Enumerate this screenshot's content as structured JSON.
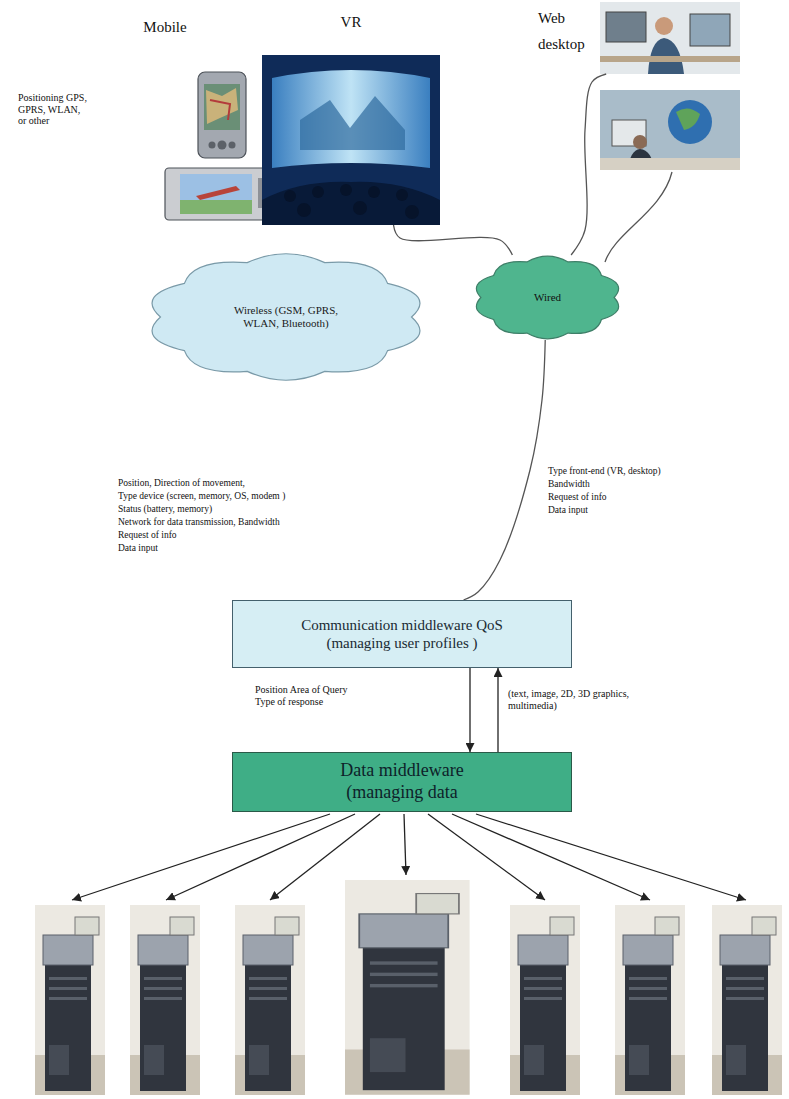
{
  "diagram": {
    "nodes": [
      {
        "text": [
          "Mobile"
        ]
      },
      {
        "text": [
          "VR"
        ]
      },
      {
        "text": [
          "Web desktop"
        ]
      },
      {
        "text": [
          "Wireless (GSM, GPRS, WLAN, Bluetooth)"
        ]
      },
      {
        "text": [
          "Wired"
        ]
      },
      {
        "text": [
          "Communication middleware QoS (managing user profiles )"
        ]
      },
      {
        "text": [
          "Data middleware (managing data"
        ]
      }
    ],
    "edges": [
      {
        "from": 4,
        "to": 1,
        "arrow": "none"
      },
      {
        "from": 4,
        "to": 2,
        "arrow": "none"
      },
      {
        "from": 4,
        "to": 5,
        "arrow": "none"
      },
      {
        "from": 5,
        "to": 6,
        "arrow": "to",
        "label": "Position Area of Query Type of response"
      },
      {
        "from": 6,
        "to": 5,
        "arrow": "to",
        "label": "(text, image, 2D, 3D graphics, multimedia)"
      }
    ],
    "labels": [
      "Positioning GPS, GPRS, WLAN, or other",
      "Position, Direction of movement,",
      "Type device (screen, memory, OS, modem )",
      "Status (battery, memory)",
      "Network for data transmission, Bandwidth",
      "Request of info",
      "Data input",
      "Type front-end (VR, desktop)",
      "Bandwidth",
      "Request of info",
      "Data input"
    ]
  }
}
